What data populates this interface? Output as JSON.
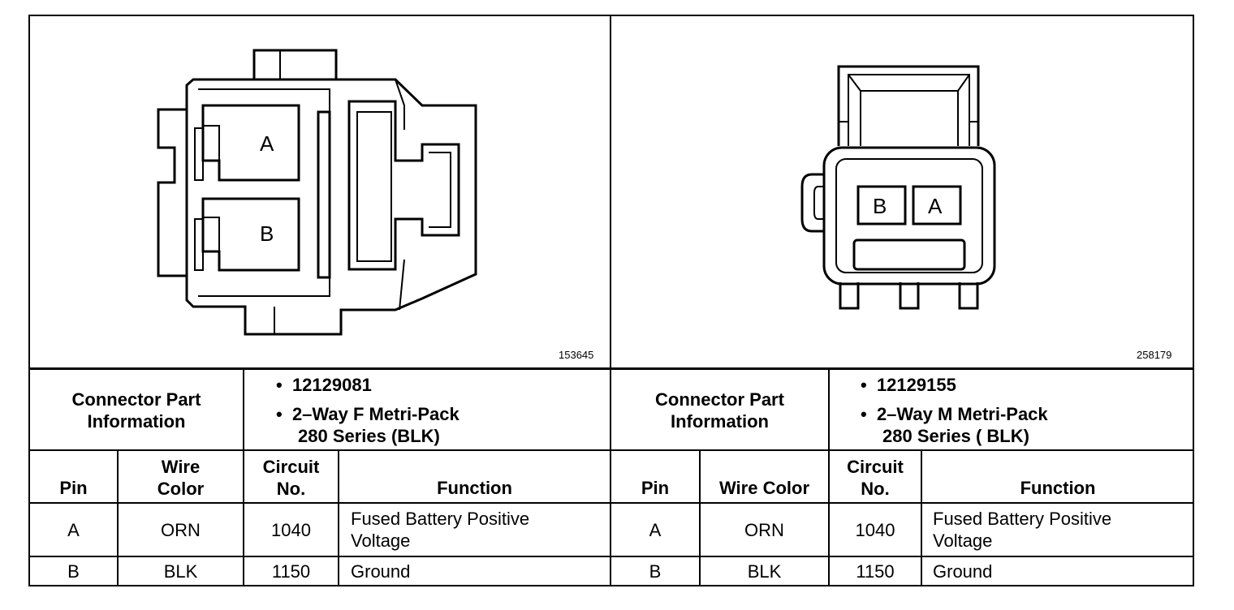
{
  "left": {
    "figure_number": "153645",
    "pin_labels": {
      "a": "A",
      "b": "B"
    },
    "part_info_label": "Connector Part Information",
    "part_info_label_line1": "Connector Part",
    "part_info_label_line2": "Information",
    "part_number": "12129081",
    "part_desc_line1": "2–Way F Metri-Pack",
    "part_desc_line2": "280 Series (BLK)",
    "headers": {
      "pin": "Pin",
      "wire_line1": "Wire",
      "wire_line2": "Color",
      "circuit_line1": "Circuit",
      "circuit_line2": "No.",
      "function": "Function"
    },
    "rows": [
      {
        "pin": "A",
        "wire": "ORN",
        "circuit": "1040",
        "function_line1": "Fused Battery Positive",
        "function_line2": "Voltage"
      },
      {
        "pin": "B",
        "wire": "BLK",
        "circuit": "1150",
        "function_line1": "Ground",
        "function_line2": ""
      }
    ]
  },
  "right": {
    "figure_number": "258179",
    "pin_labels": {
      "a": "A",
      "b": "B"
    },
    "part_info_label_line1": "Connector Part",
    "part_info_label_line2": "Information",
    "part_number": "12129155",
    "part_desc_line1": "2–Way M Metri-Pack",
    "part_desc_line2": "280 Series ( BLK)",
    "headers": {
      "pin": "Pin",
      "wire": "Wire Color",
      "circuit_line1": "Circuit",
      "circuit_line2": "No.",
      "function": "Function"
    },
    "rows": [
      {
        "pin": "A",
        "wire": "ORN",
        "circuit": "1040",
        "function_line1": "Fused Battery Positive",
        "function_line2": "Voltage"
      },
      {
        "pin": "B",
        "wire": "BLK",
        "circuit": "1150",
        "function_line1": "Ground",
        "function_line2": ""
      }
    ]
  },
  "bullet": "•"
}
